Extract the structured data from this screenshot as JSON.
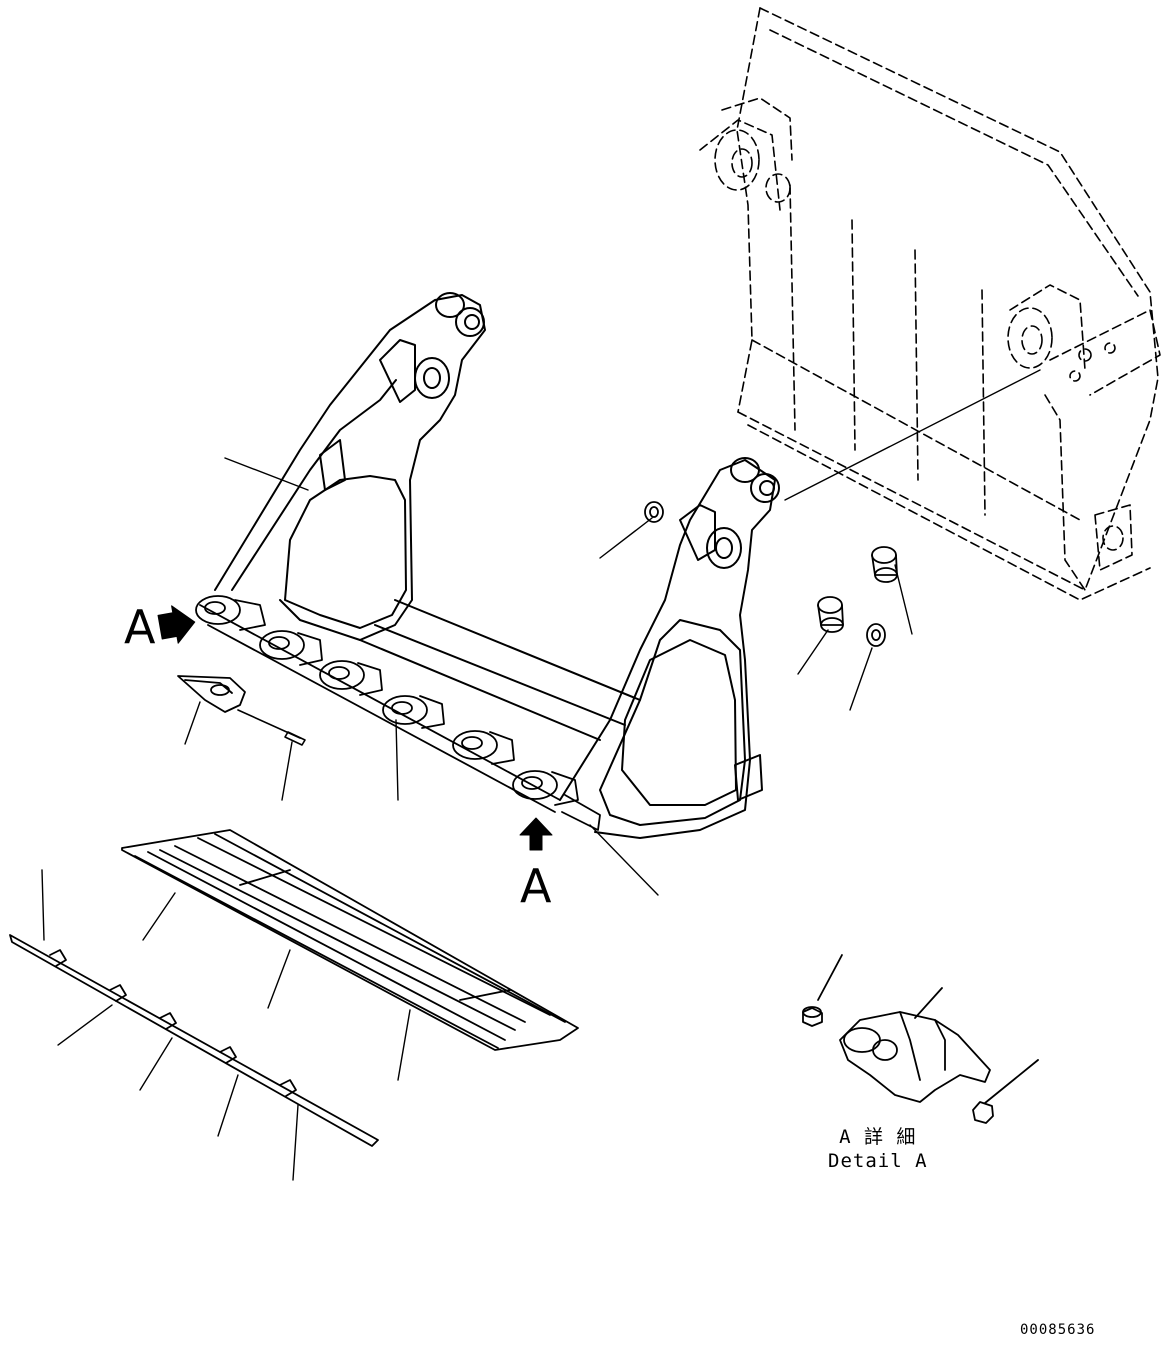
{
  "labels": {
    "view_letter_left": "A",
    "view_letter_bottom": "A",
    "detail_jp": "A 詳 細",
    "detail_en": "Detail A",
    "drawing_code": "00085636"
  },
  "colors": {
    "ink": "#000000",
    "paper": "#ffffff"
  }
}
